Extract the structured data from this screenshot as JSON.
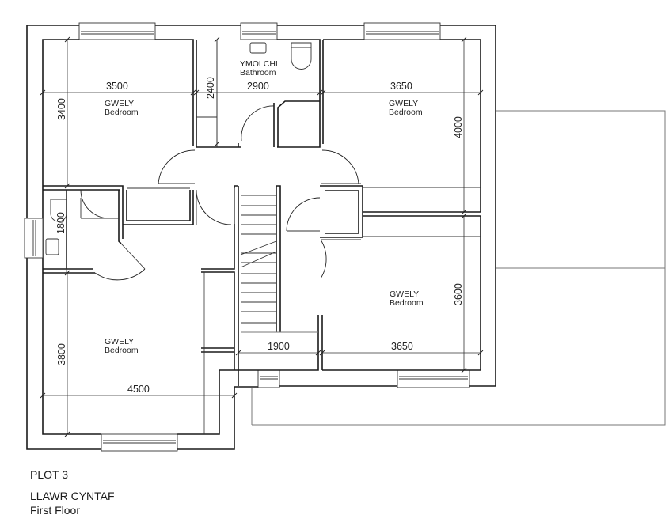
{
  "drawing": {
    "plot": "PLOT 3",
    "floor_welsh": "LLAWR CYNTAF",
    "floor_english": "First Floor"
  },
  "rooms": {
    "bedroom_nw": {
      "welsh": "GWELY",
      "english": "Bedroom",
      "width": "3500",
      "depth": "3400"
    },
    "bathroom": {
      "welsh": "YMOLCHI",
      "english": "Bathroom",
      "width": "2900",
      "depth": "2400"
    },
    "bedroom_ne": {
      "welsh": "GWELY",
      "english": "Bedroom",
      "width": "3650",
      "depth": "4000"
    },
    "ensuite": {
      "depth": "1800"
    },
    "bedroom_sw": {
      "welsh": "GWELY",
      "english": "Bedroom",
      "width": "4500",
      "depth": "3800"
    },
    "landing": {
      "width": "1900"
    },
    "bedroom_se": {
      "welsh": "GWELY",
      "english": "Bedroom",
      "width": "3650",
      "depth": "3600"
    }
  }
}
